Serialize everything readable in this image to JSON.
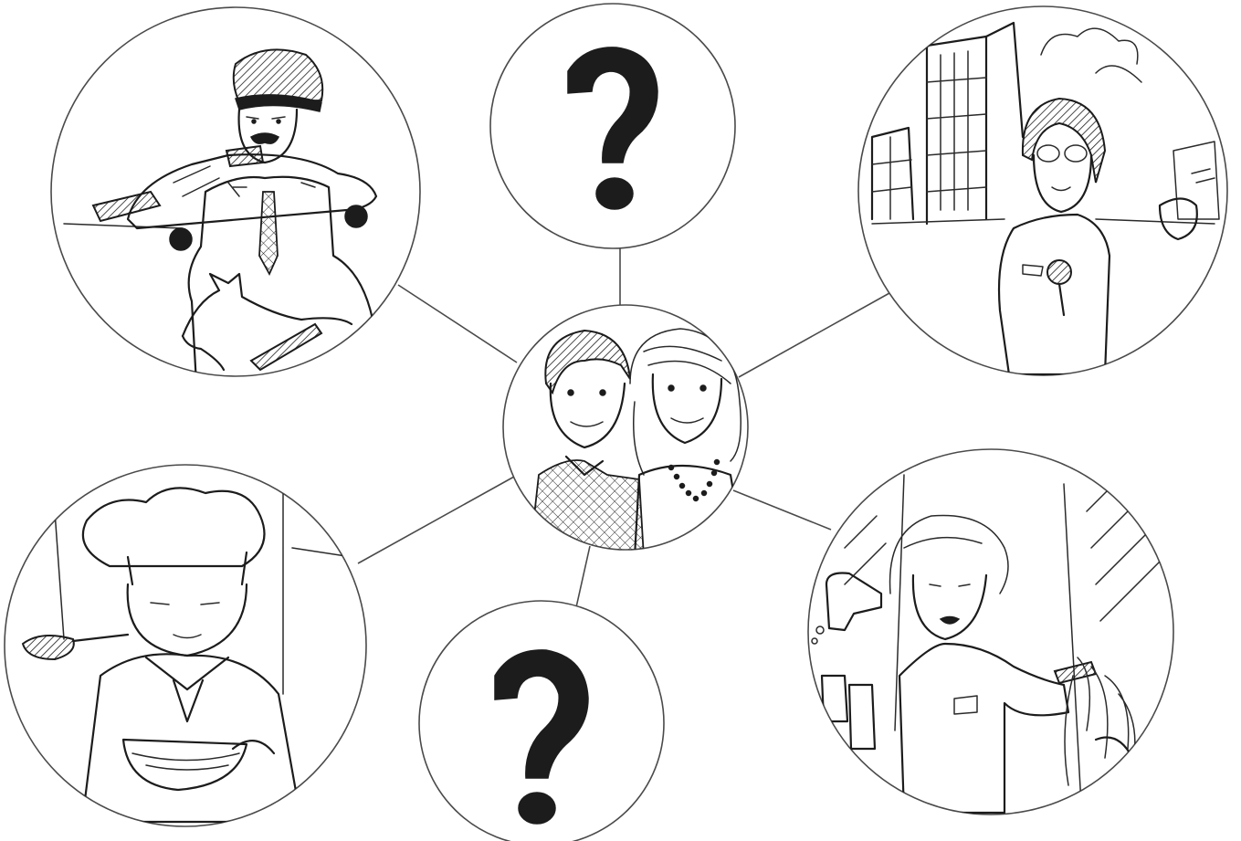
{
  "diagram": {
    "center": {
      "label": "",
      "icon": "two-people-portrait"
    },
    "nodes": [
      {
        "id": "police",
        "icon": "police-officer-with-dog"
      },
      {
        "id": "question-top",
        "icon": "question-mark"
      },
      {
        "id": "reporter",
        "icon": "reporter-at-fire"
      },
      {
        "id": "chef",
        "icon": "chef-with-bowl"
      },
      {
        "id": "question-bottom",
        "icon": "question-mark"
      },
      {
        "id": "hairdresser",
        "icon": "hairdresser-styling-hair"
      }
    ]
  },
  "colors": {
    "ink": "#1c1c1c",
    "frame": "#4a4a4a",
    "background": "#ffffff"
  }
}
